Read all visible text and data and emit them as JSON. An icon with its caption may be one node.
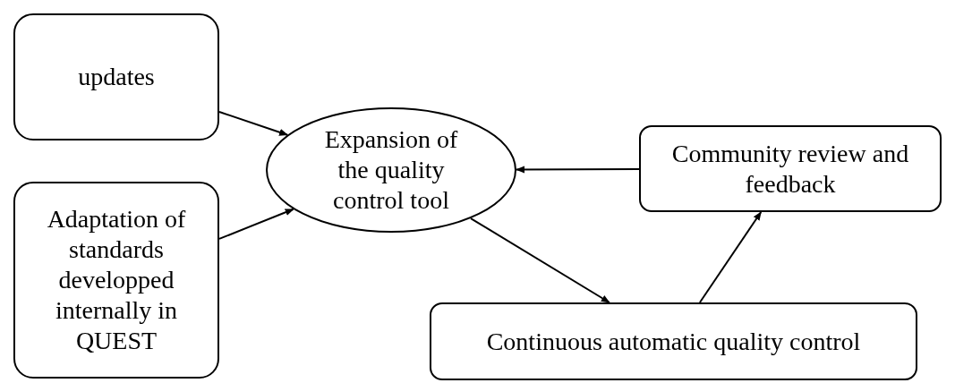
{
  "diagram": {
    "nodes": [
      {
        "text": [
          "updates"
        ]
      },
      {
        "text": [
          "Adaptation of standards developped internally in QUEST"
        ]
      },
      {
        "text": [
          "Expansion of the quality control tool"
        ]
      },
      {
        "text": [
          "Community review and feedback"
        ]
      },
      {
        "text": [
          "Continuous automatic quality control"
        ]
      }
    ],
    "edges": [
      {
        "from": 0,
        "to": 2,
        "arrow": "to"
      },
      {
        "from": 1,
        "to": 2,
        "arrow": "to"
      },
      {
        "from": 3,
        "to": 2,
        "arrow": "to"
      },
      {
        "from": 2,
        "to": 4,
        "arrow": "to"
      },
      {
        "from": 4,
        "to": 3,
        "arrow": "to"
      }
    ]
  }
}
